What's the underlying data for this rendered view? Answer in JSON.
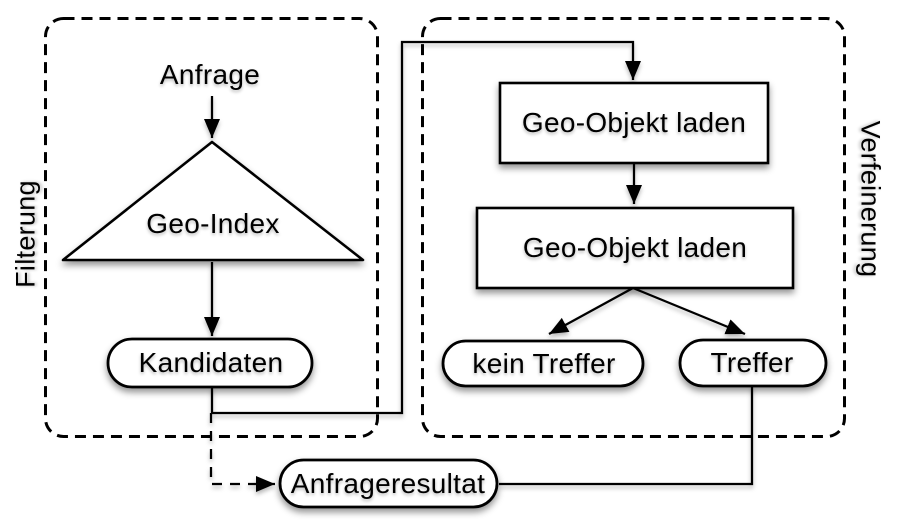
{
  "diagram": {
    "colors": {
      "background": "#ffffff",
      "stroke": "#000000",
      "node_fill": "#ffffff",
      "text": "#000000"
    },
    "regions": {
      "filtering": {
        "label": "Filterung",
        "side": "left",
        "border": "dashed"
      },
      "refinement": {
        "label": "Verfeinerung",
        "side": "right",
        "border": "dashed"
      }
    },
    "nodes": {
      "anfrage": {
        "label": "Anfrage",
        "shape": "text"
      },
      "geo_index": {
        "label": "Geo-Index",
        "shape": "triangle"
      },
      "kandidaten": {
        "label": "Kandidaten",
        "shape": "pill"
      },
      "load1": {
        "label": "Geo-Objekt laden",
        "shape": "rect"
      },
      "load2": {
        "label": "Geo-Objekt laden",
        "shape": "rect"
      },
      "kein_treffer": {
        "label": "kein Treffer",
        "shape": "pill"
      },
      "treffer": {
        "label": "Treffer",
        "shape": "pill"
      },
      "anfrageresultat": {
        "label": "Anfrageresultat",
        "shape": "pill"
      }
    },
    "edges": [
      {
        "from": "anfrage",
        "to": "geo_index",
        "style": "solid-arrow"
      },
      {
        "from": "geo_index",
        "to": "kandidaten",
        "style": "solid-arrow"
      },
      {
        "from": "kandidaten",
        "to": "load1",
        "style": "solid-arrow"
      },
      {
        "from": "load1",
        "to": "load2",
        "style": "solid-arrow"
      },
      {
        "from": "load2",
        "to": "kein_treffer",
        "style": "solid-arrow"
      },
      {
        "from": "load2",
        "to": "treffer",
        "style": "solid-arrow"
      },
      {
        "from": "treffer",
        "to": "anfrageresultat",
        "style": "solid-line"
      },
      {
        "from": "kandidaten",
        "to": "anfrageresultat",
        "style": "dashed-arrow"
      }
    ]
  }
}
